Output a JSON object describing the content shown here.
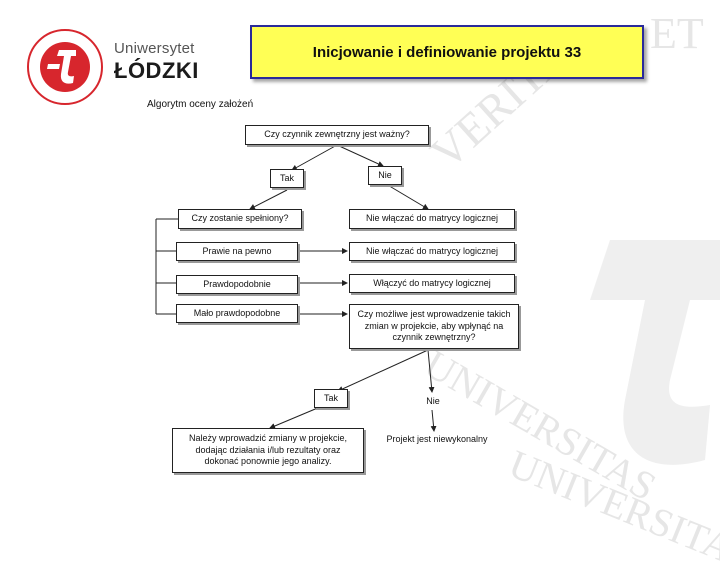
{
  "header": {
    "title": "Inicjowanie i definiowanie projektu  33",
    "university_line1": "Uniwersytet",
    "university_line2": "ŁÓDZKI"
  },
  "watermark": {
    "line1": "ET",
    "line2": "VERITAS",
    "line3": "UNIVERSITAS",
    "line4": "UNIVERSITAS"
  },
  "diagram": {
    "caption": "Algorytm oceny założeń",
    "question1": "Czy czynnik zewnętrzny jest ważny?",
    "yes1": "Tak",
    "no1": "Nie",
    "question2": "Czy zostanie spełniony?",
    "opt_certain": "Prawie na pewno",
    "opt_probable": "Prawdopodobnie",
    "opt_unlikely": "Mało prawdopodobne",
    "no_include1": "Nie włączać do matrycy logicznej",
    "no_include2": "Nie włączać do matrycy logicznej",
    "include": "Włączyć do matrycy logicznej",
    "question3": "Czy możliwe jest wprowadzenie takich zmian w projekcie, aby wpłynąć na czynnik zewnętrzny?",
    "yes2": "Tak",
    "no2": "Nie",
    "action_yes": "Należy wprowadzić zmiany w projekcie, dodając działania i/lub rezultaty oraz dokonać ponownie jego analizy.",
    "action_no": "Projekt jest niewykonalny"
  },
  "colors": {
    "title_bg": "#ffff55",
    "title_border": "#2a2a9a",
    "brand_red": "#d7262d"
  }
}
